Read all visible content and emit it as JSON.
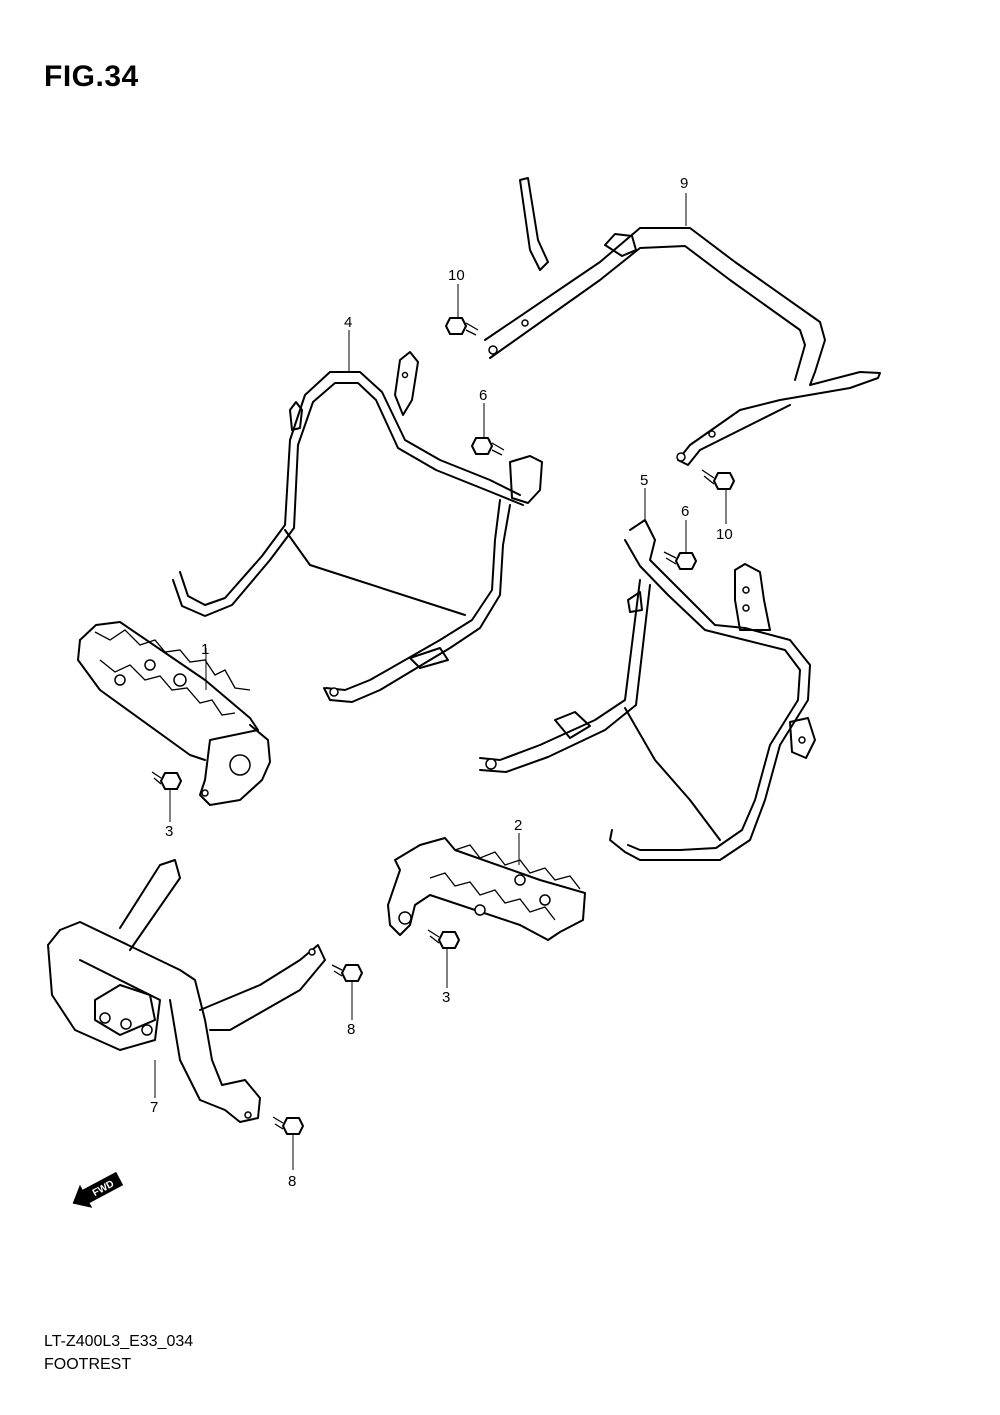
{
  "figure": {
    "title": "FIG.34",
    "code": "LT-Z400L3_E33_034",
    "name": "FOOTREST"
  },
  "callouts": [
    "1",
    "2",
    "3",
    "3",
    "4",
    "5",
    "6",
    "6",
    "7",
    "8",
    "8",
    "9",
    "10",
    "10"
  ],
  "fwd_label": "FWD"
}
